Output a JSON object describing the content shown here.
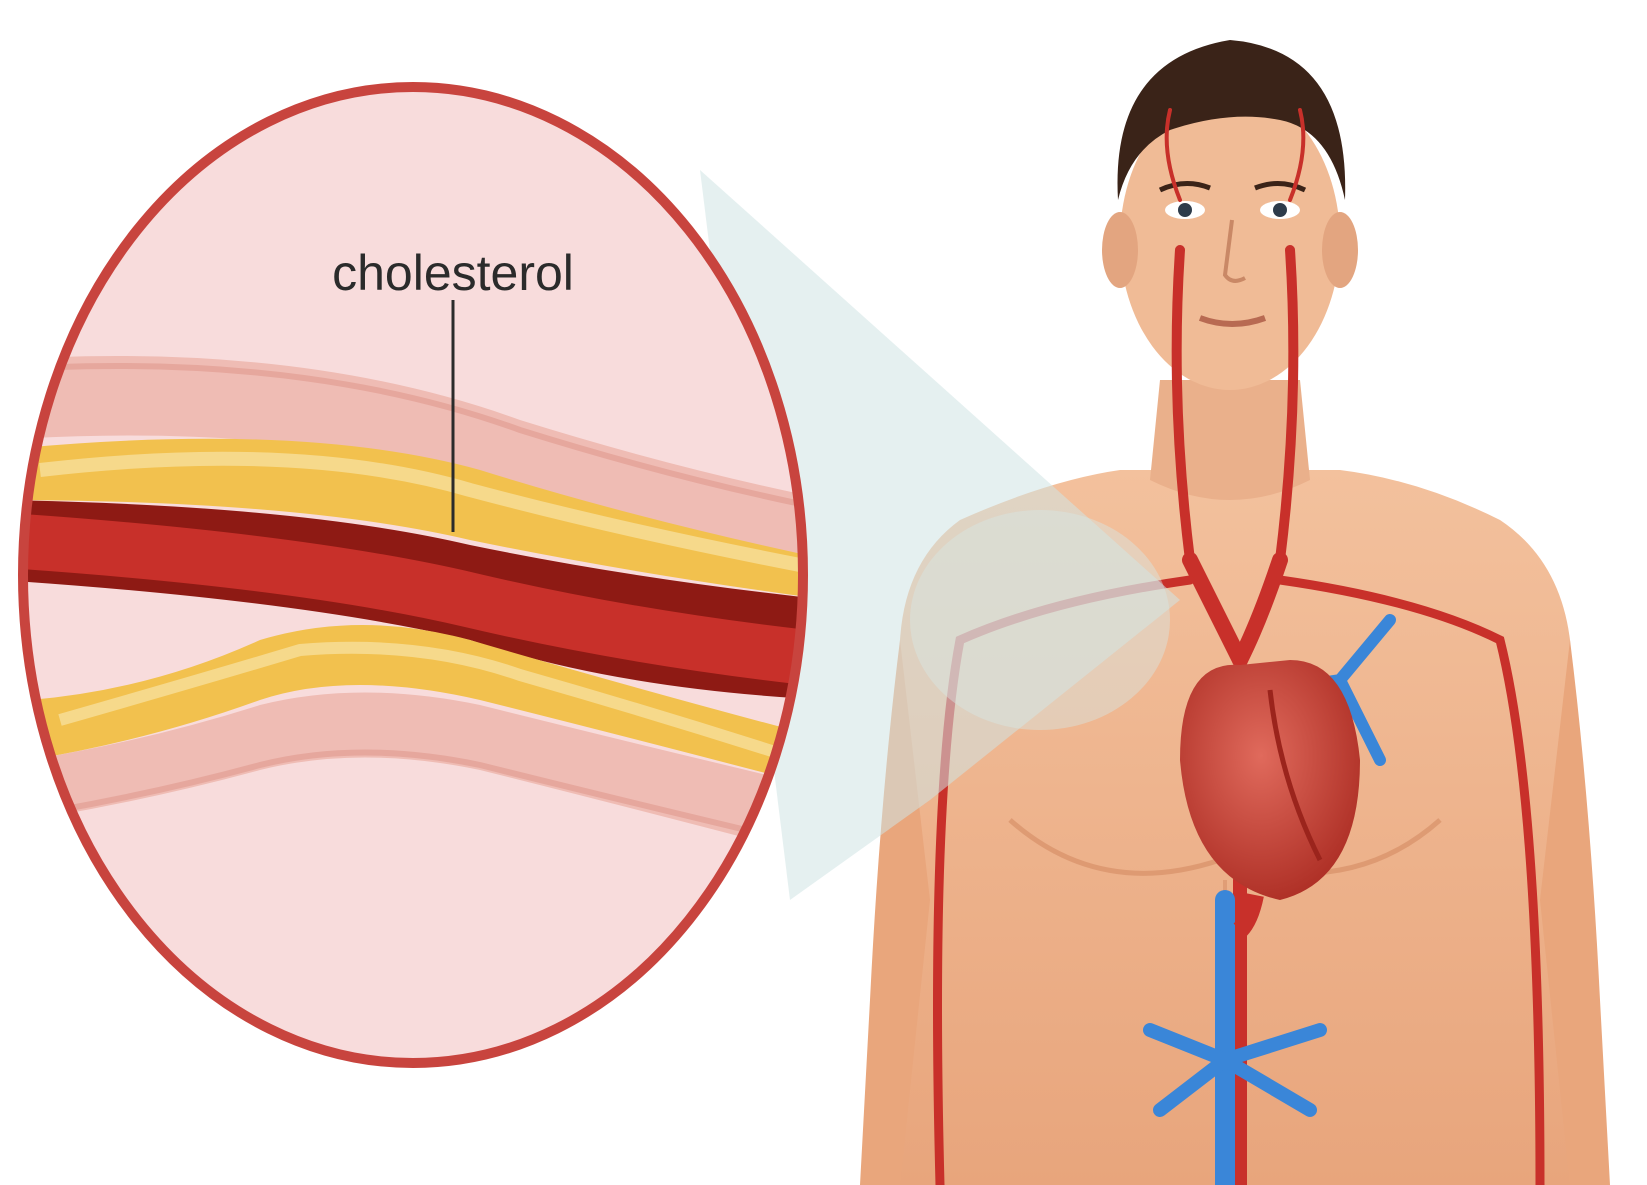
{
  "diagram": {
    "labels": {
      "plaque": "cholesterol"
    }
  },
  "colors": {
    "artery_red": "#c8302a",
    "vein_blue": "#3a86d8",
    "skin": "#efb48e",
    "skin_shadow": "#d98f6a",
    "hair": "#3a2318",
    "plaque_yellow": "#f2c14e",
    "lumen_dark": "#8e1a14",
    "magnifier_fill": "#f8dcdc",
    "magnifier_ring": "#c8443e",
    "beam": "#cfe3e3"
  },
  "icons": [
    "magnifier-lens",
    "heart-icon",
    "artery-cross-section"
  ]
}
